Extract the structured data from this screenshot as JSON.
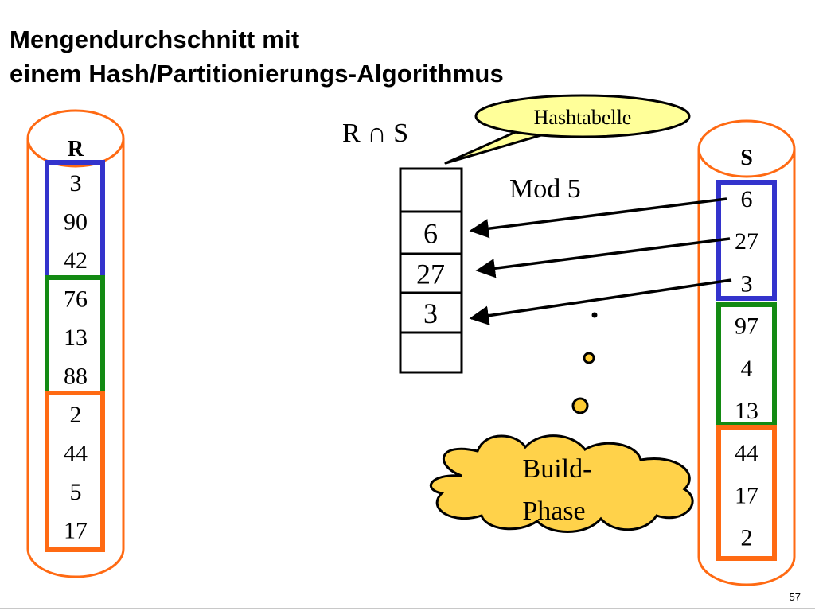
{
  "title": {
    "line1": "Mengendurchschnitt mit",
    "line2": "einem Hash/Partitionierungs-Algorithmus"
  },
  "relation_r": {
    "label": "R",
    "values": [
      "3",
      "90",
      "42",
      "76",
      "13",
      "88",
      "2",
      "44",
      "5",
      "17"
    ]
  },
  "relation_s": {
    "label": "S",
    "values": [
      "6",
      "27",
      "3",
      "97",
      "4",
      "13",
      "44",
      "17",
      "2"
    ]
  },
  "intersection_label": "R ∩ S",
  "callout": "Hashtabelle",
  "hash_function": "Mod 5",
  "hash_table": [
    "",
    "6",
    "27",
    "3",
    ""
  ],
  "cloud": {
    "line1": "Build-",
    "line2": "Phase"
  },
  "page_number": "57",
  "colors": {
    "cylinder": "#ff6a13",
    "partition_1": "#3333cc",
    "partition_2": "#138a13",
    "partition_3": "#ff6a13",
    "callout_fill": "#ffff99",
    "cloud_fill": "#ffd24a",
    "dot_fill": "#ffcc33"
  }
}
